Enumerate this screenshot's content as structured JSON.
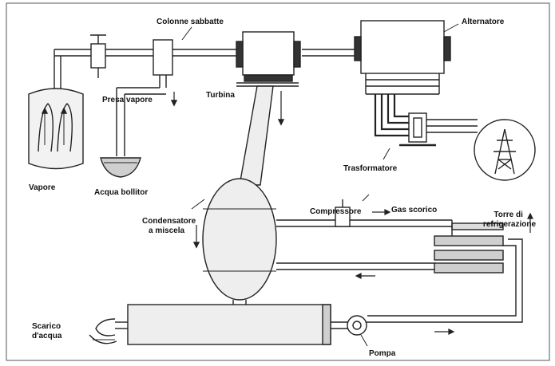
{
  "labels": {
    "condensate_column": "Colonne sabbatte",
    "alternator": "Alternatore",
    "steam_trap": "Presa vapore",
    "turbine": "Turbina",
    "steam": "Vapore",
    "boiler_water": "Acqua bollitor",
    "transformer": "Trasformatore",
    "compressor": "Compressore",
    "gas": "Gas scorico",
    "cooling_tower": "Torre di refrigerazione",
    "condenser": "Condensatore a miscela",
    "exhaust": "Scarico d'acqua",
    "pump": "Pompa"
  },
  "colors": {
    "line": "#222222",
    "fill_light": "#eeeeee",
    "fill_mid": "#cfcfcf",
    "fill_dark": "#333333",
    "frame": "#555555"
  }
}
